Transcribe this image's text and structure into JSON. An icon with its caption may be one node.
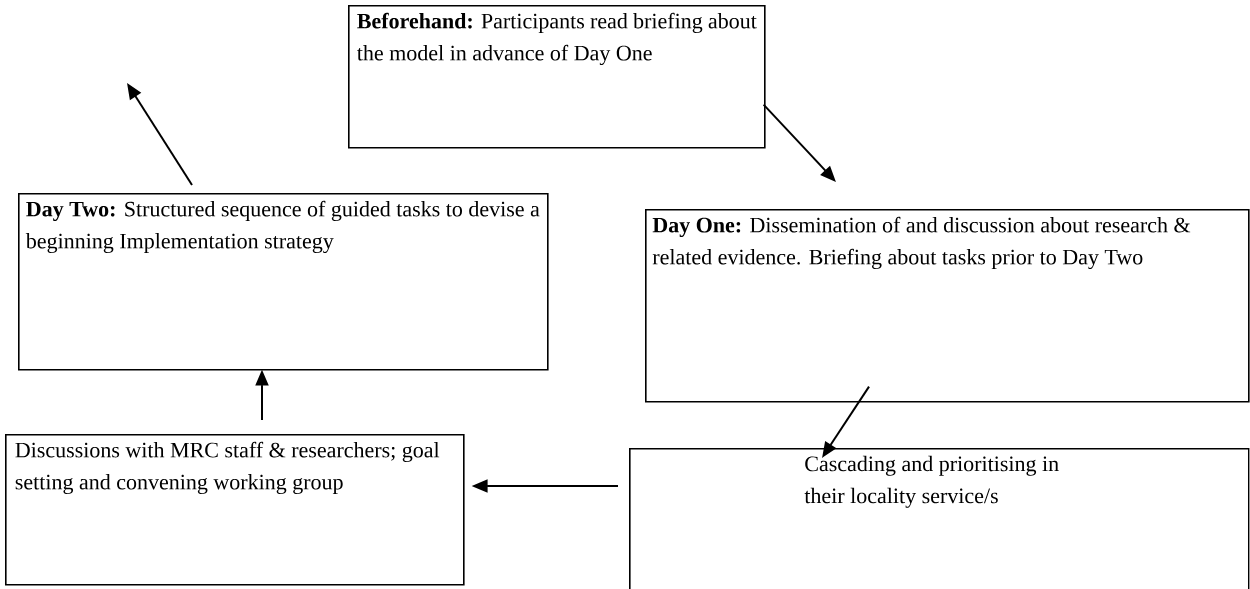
{
  "diagram": {
    "nodes": [
      {
        "text": [
          "**Beforehand:** Participants read briefing about the model in advance of Day One"
        ]
      },
      {
        "text": [
          "**Day One:** Dissemination of and discussion about research & related evidence.  Briefing about tasks prior to Day Two"
        ]
      },
      {
        "text": [
          "Cascading and prioritising in their locality service/s"
        ]
      },
      {
        "text": [
          "Discussions with MRC staff & researchers; goal setting and convening working group"
        ]
      },
      {
        "text": [
          "**Day Two:** Structured sequence of guided tasks to devise a beginning Implementation strategy"
        ]
      }
    ],
    "edges": [
      {
        "from": 0,
        "to": 1,
        "arrow": "to"
      },
      {
        "from": 1,
        "to": 2,
        "arrow": "to"
      },
      {
        "from": 2,
        "to": 3,
        "arrow": "to"
      },
      {
        "from": 3,
        "to": 4,
        "arrow": "to"
      },
      {
        "from": 4,
        "to": null,
        "arrow": "to"
      }
    ]
  }
}
